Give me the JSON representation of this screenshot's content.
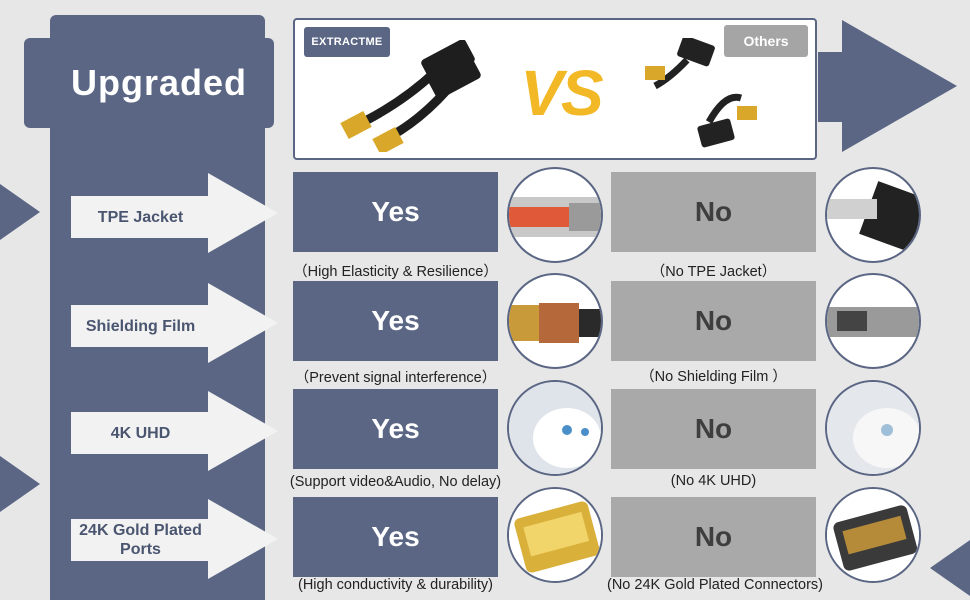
{
  "header": {
    "title": "Upgraded",
    "brand": "EXTRACTME",
    "vs": "VS",
    "others": "Others"
  },
  "rows": [
    {
      "feature": "TPE Jacket",
      "yes": "Yes",
      "yes_caption": "（High Elasticity & Resilience）",
      "no": "No",
      "no_caption": "（No TPE Jacket）"
    },
    {
      "feature": "Shielding Film",
      "yes": "Yes",
      "yes_caption": "（Prevent signal interference）",
      "no": "No",
      "no_caption": "（No Shielding Film ）"
    },
    {
      "feature": "4K UHD",
      "yes": "Yes",
      "yes_caption": "(Support video&Audio, No delay)",
      "no": "No",
      "no_caption": "(No 4K UHD)"
    },
    {
      "feature": "24K Gold Plated Ports",
      "yes": "Yes",
      "yes_caption": "(High conductivity & durability)",
      "no": "No",
      "no_caption": "(No 24K Gold Plated Connectors)"
    }
  ],
  "colors": {
    "primary": "#5a6683",
    "gray": "#a9a9a9",
    "gold": "#f2b825"
  }
}
